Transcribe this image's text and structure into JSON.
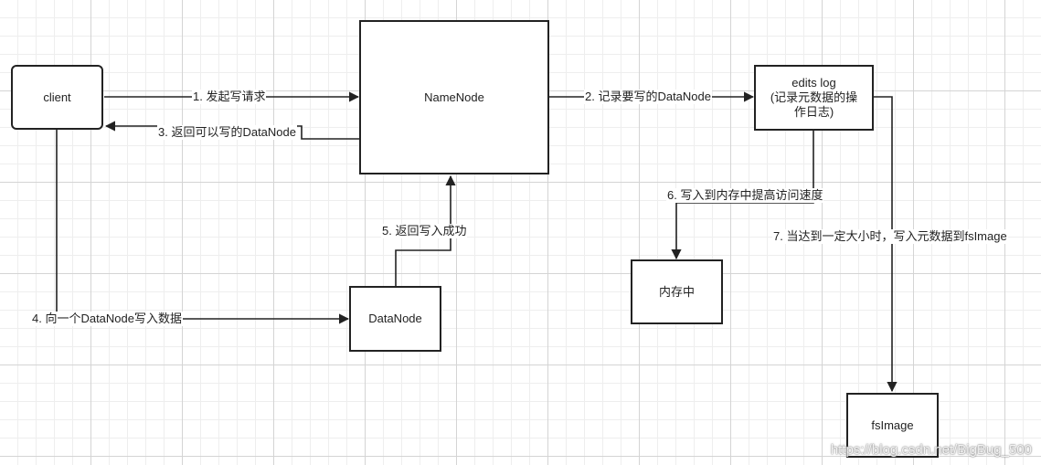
{
  "nodes": {
    "client": "client",
    "namenode": "NameNode",
    "datanode": "DataNode",
    "edits_log_line1": "edits log",
    "edits_log_line2": "(记录元数据的操",
    "edits_log_line3": "作日志)",
    "memory": "内存中",
    "fsimage": "fsImage"
  },
  "edges": {
    "e1": "1. 发起写请求",
    "e2": "2. 记录要写的DataNode",
    "e3": "3. 返回可以写的DataNode",
    "e4": "4. 向一个DataNode写入数据",
    "e5": "5. 返回写入成功",
    "e6": "6. 写入到内存中提高访问速度",
    "e7": "7. 当达到一定大小时，写入元数据到fsImage"
  },
  "watermark": "https://blog.csdn.net/BigBug_500",
  "colors": {
    "stroke": "#222222",
    "grid": "#d4d4d4",
    "background": "#ffffff"
  }
}
